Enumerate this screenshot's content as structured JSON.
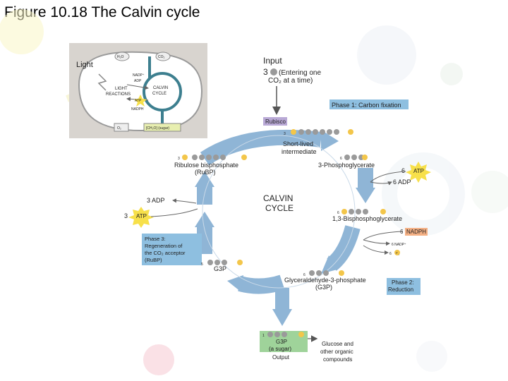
{
  "title": "Figure 10.18 The Calvin cycle",
  "overview": {
    "light": "Light",
    "h2o": "H₂O",
    "co2": "CO₂",
    "nadp_plus": "NADP⁺",
    "adp": "ADP",
    "light_reactions_1": "LIGHT",
    "light_reactions_2": "REACTIONS",
    "calvin_1": "CALVIN",
    "calvin_2": "CYCLE",
    "atp": "ATP",
    "nadph": "NADPH",
    "o2": "O₂",
    "sugar": "[CH₂O] (sugar)"
  },
  "input": {
    "label": "Input",
    "count": "3",
    "entering": "(Entering one",
    "co2_line": "CO₂ at a time)"
  },
  "phase1": "Phase 1: Carbon fixation",
  "rubisco": "Rubisco",
  "labels": {
    "three": "3",
    "six": "6",
    "one": "1",
    "five": "5",
    "p": "P",
    "short_lived_1": "Short-lived",
    "short_lived_2": "intermediate",
    "rubp_1": "Ribulose bisphosphate",
    "rubp_2": "(RuBP)",
    "pga": "3-Phosphoglycerate",
    "atp6_count": "6",
    "atp": "ATP",
    "adp6": "6 ADP",
    "bpg": "1,3-Bisphosphoglycerate",
    "nadph6_count": "6",
    "nadph": "NADPH",
    "nadp6": "6 NADP⁺",
    "pi6": "6",
    "pi": "P",
    "pi_sub": "i",
    "g3p_1": "Glyceraldehyde-3-phosphate",
    "g3p_2": "(G3P)",
    "g3p": "G3P",
    "adp3": "3 ADP",
    "atp3_count": "3",
    "calvin_1": "CALVIN",
    "calvin_2": "CYCLE"
  },
  "phase3": [
    "Phase 3:",
    "Regeneration of",
    "the CO₂ acceptor",
    "(RuBP)"
  ],
  "phase2": [
    "Phase 2:",
    "Reduction"
  ],
  "output": {
    "g3p": "G3P",
    "sugar": "(a sugar)",
    "label": "Output",
    "glucose_1": "Glucose and",
    "glucose_2": "other organic",
    "glucose_3": "compounds"
  },
  "colors": {
    "arrow": "#8fb5d6",
    "phosphate": "#f3c64a",
    "carbon": "#9a9a9a",
    "phase_box": "#8ebfe0",
    "rubisco_box": "#b9a9d6",
    "output_box": "#9fd39a",
    "atp_star": "#f7e04a"
  }
}
